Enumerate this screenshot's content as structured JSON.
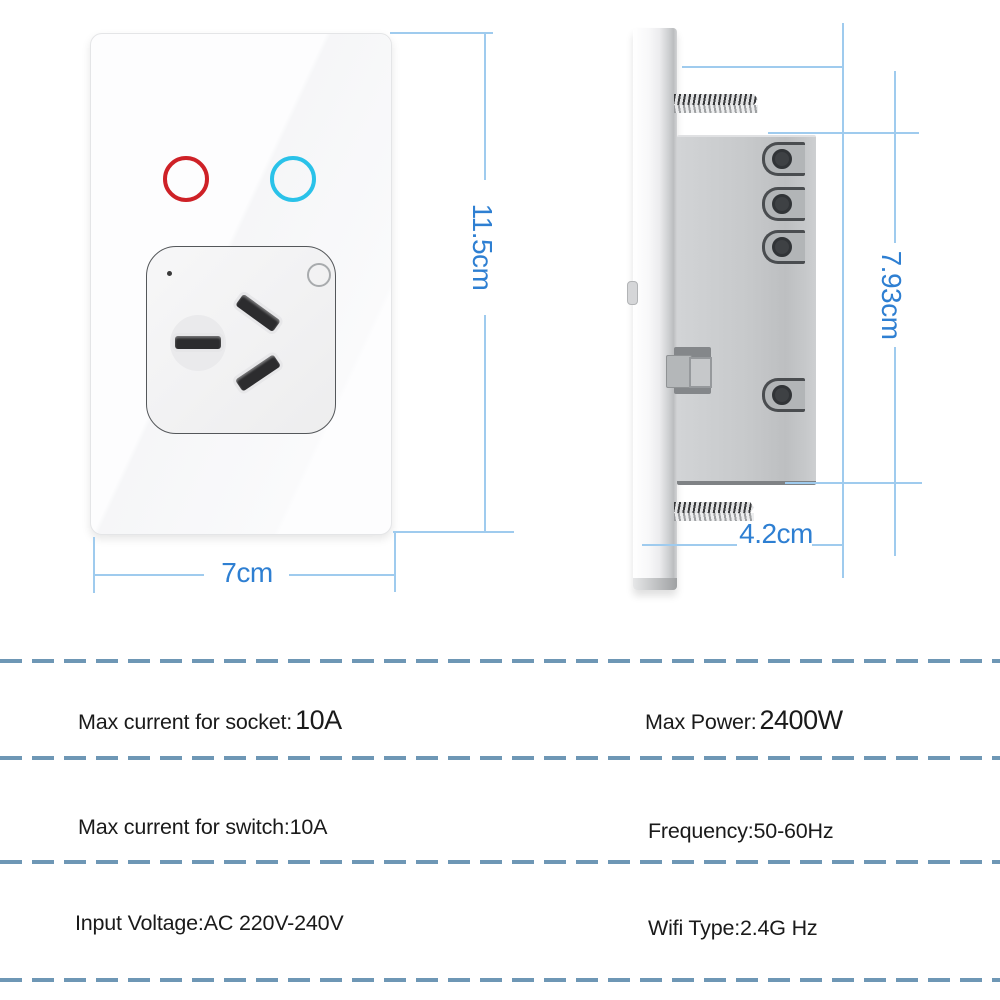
{
  "product": {
    "type": "smart-wifi-wall-socket-switch",
    "views": [
      "front",
      "side"
    ]
  },
  "front_view": {
    "height_dim": "11.5cm",
    "width_dim": "7cm"
  },
  "side_view": {
    "height_dim": "7.93cm",
    "depth_dim": "4.2cm"
  },
  "specs": {
    "rows": [
      {
        "left_label": "Max current for socket: ",
        "left_value": "10A",
        "right_label": "Max Power: ",
        "right_value": "2400W"
      },
      {
        "left_label": "Max current for switch:10A",
        "left_value": "",
        "right_label": "Frequency:50-60Hz",
        "right_value": ""
      },
      {
        "left_label": "Input Voltage:AC 220V-240V",
        "left_value": "",
        "right_label": "Wifi Type:2.4G Hz",
        "right_value": ""
      }
    ]
  },
  "colors": {
    "dimension_line": "#9fcbee",
    "dimension_text": "#2e7fd2",
    "dashed_divider": "#6e97b5",
    "switch_ring_red": "#ce2127",
    "switch_ring_cyan": "#2ac2e9",
    "body_gray": "#c7c9cb",
    "slot_dark": "#2c2c2e"
  }
}
